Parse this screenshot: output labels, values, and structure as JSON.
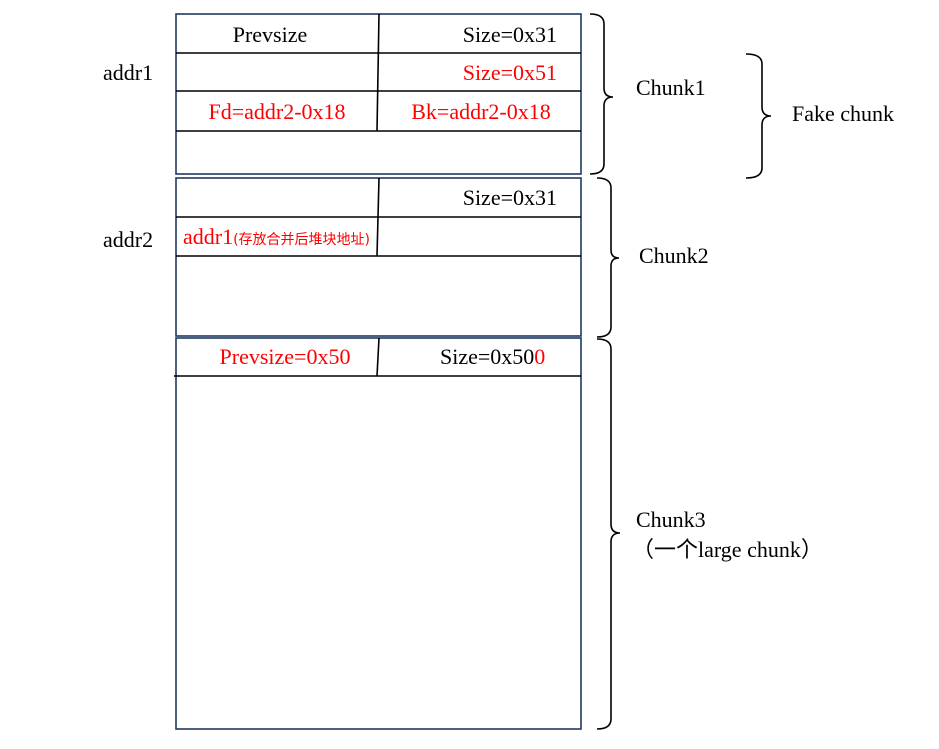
{
  "colors": {
    "ink": "#000000",
    "accent": "#ff0000",
    "box_border": "#1f3a5f"
  },
  "chunk1": {
    "prevsize": "Prevsize",
    "size": "Size=0x31",
    "fake_size": "Size=0x51",
    "fd": "Fd=addr2-0x18",
    "bk": "Bk=addr2-0x18",
    "label": "Chunk1"
  },
  "fake_chunk": {
    "label": "Fake chunk"
  },
  "chunk2": {
    "size": "Size=0x31",
    "addr1_value": "addr1",
    "addr1_note": "(存放合并后堆块地址)",
    "label": "Chunk2"
  },
  "chunk3": {
    "prevsize": "Prevsize=0x50",
    "size_prefix": "Size=0x50",
    "size_suffix": "0",
    "label": "Chunk3",
    "sublabel": "（一个large chunk）"
  },
  "addresses": {
    "addr1": "addr1",
    "addr2": "addr2"
  }
}
